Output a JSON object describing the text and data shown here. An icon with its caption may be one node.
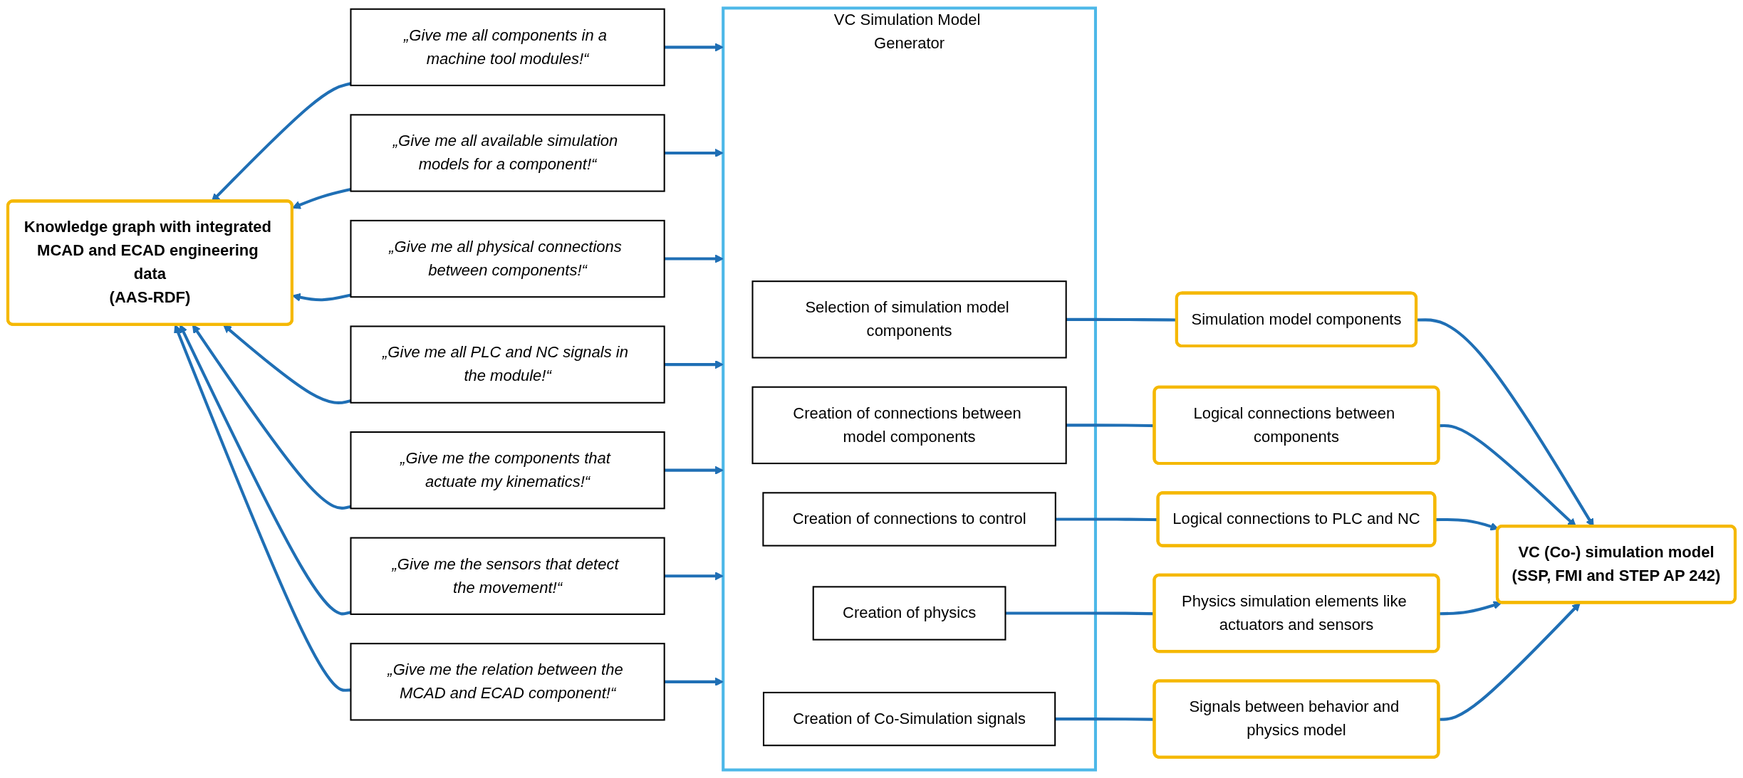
{
  "diagram": {
    "nodes": [
      {
        "text": [
          "Knowledge graph with integrated MCAD and ECAD engineering data",
          "(AAS-RDF)"
        ]
      },
      {
        "text": [
          "„Give me all components in a machine tool modules!“"
        ]
      },
      {
        "text": [
          "„Give me all available simulation models for a component!“"
        ]
      },
      {
        "text": [
          "„Give me all physical connections between components!“"
        ]
      },
      {
        "text": [
          "„Give me all PLC and NC signals in the module!“"
        ]
      },
      {
        "text": [
          "„Give me the components that actuate my kinematics!“"
        ]
      },
      {
        "text": [
          "„Give me the sensors that detect the movement!“"
        ]
      },
      {
        "text": [
          "„Give me the relation between the MCAD and ECAD component!“"
        ]
      },
      {
        "text": [
          "VC Simulation Model Generator"
        ]
      },
      {
        "text": [
          "Selection of simulation model components"
        ],
        "in": 8
      },
      {
        "text": [
          "Creation of connections between model components"
        ],
        "in": 8
      },
      {
        "text": [
          "Creation of connections to control"
        ],
        "in": 8
      },
      {
        "text": [
          "Creation of physics"
        ],
        "in": 8
      },
      {
        "text": [
          "Creation of Co-Simulation signals"
        ],
        "in": 8
      },
      {
        "text": [
          "Simulation model components"
        ]
      },
      {
        "text": [
          "Logical connections between components"
        ]
      },
      {
        "text": [
          "Logical connections to PLC and NC"
        ]
      },
      {
        "text": [
          "Physics simulation elements like actuators and sensors"
        ]
      },
      {
        "text": [
          "Signals between behavior and physics model"
        ]
      },
      {
        "text": [
          "VC (Co-) simulation model",
          "(SSP, FMI and STEP AP 242)"
        ]
      }
    ],
    "edges": [
      {
        "from": 1,
        "to": 0,
        "arrow": "to"
      },
      {
        "from": 1,
        "to": 8,
        "arrow": "to"
      },
      {
        "from": 2,
        "to": 0,
        "arrow": "to"
      },
      {
        "from": 2,
        "to": 8,
        "arrow": "to"
      },
      {
        "from": 3,
        "to": 0,
        "arrow": "to"
      },
      {
        "from": 3,
        "to": 8,
        "arrow": "to"
      },
      {
        "from": 4,
        "to": 0,
        "arrow": "to"
      },
      {
        "from": 4,
        "to": 8,
        "arrow": "to"
      },
      {
        "from": 5,
        "to": 0,
        "arrow": "to"
      },
      {
        "from": 5,
        "to": 8,
        "arrow": "to"
      },
      {
        "from": 6,
        "to": 0,
        "arrow": "to"
      },
      {
        "from": 6,
        "to": 8,
        "arrow": "to"
      },
      {
        "from": 7,
        "to": 0,
        "arrow": "to"
      },
      {
        "from": 7,
        "to": 8,
        "arrow": "to"
      },
      {
        "from": 9,
        "to": 14,
        "arrow": "none"
      },
      {
        "from": 10,
        "to": 15,
        "arrow": "none"
      },
      {
        "from": 11,
        "to": 16,
        "arrow": "none"
      },
      {
        "from": 12,
        "to": 17,
        "arrow": "none"
      },
      {
        "from": 13,
        "to": 18,
        "arrow": "none"
      },
      {
        "from": 14,
        "to": 19,
        "arrow": "to"
      },
      {
        "from": 15,
        "to": 19,
        "arrow": "to"
      },
      {
        "from": 16,
        "to": 19,
        "arrow": "to"
      },
      {
        "from": 17,
        "to": 19,
        "arrow": "to"
      },
      {
        "from": 18,
        "to": 19,
        "arrow": "to"
      }
    ]
  }
}
